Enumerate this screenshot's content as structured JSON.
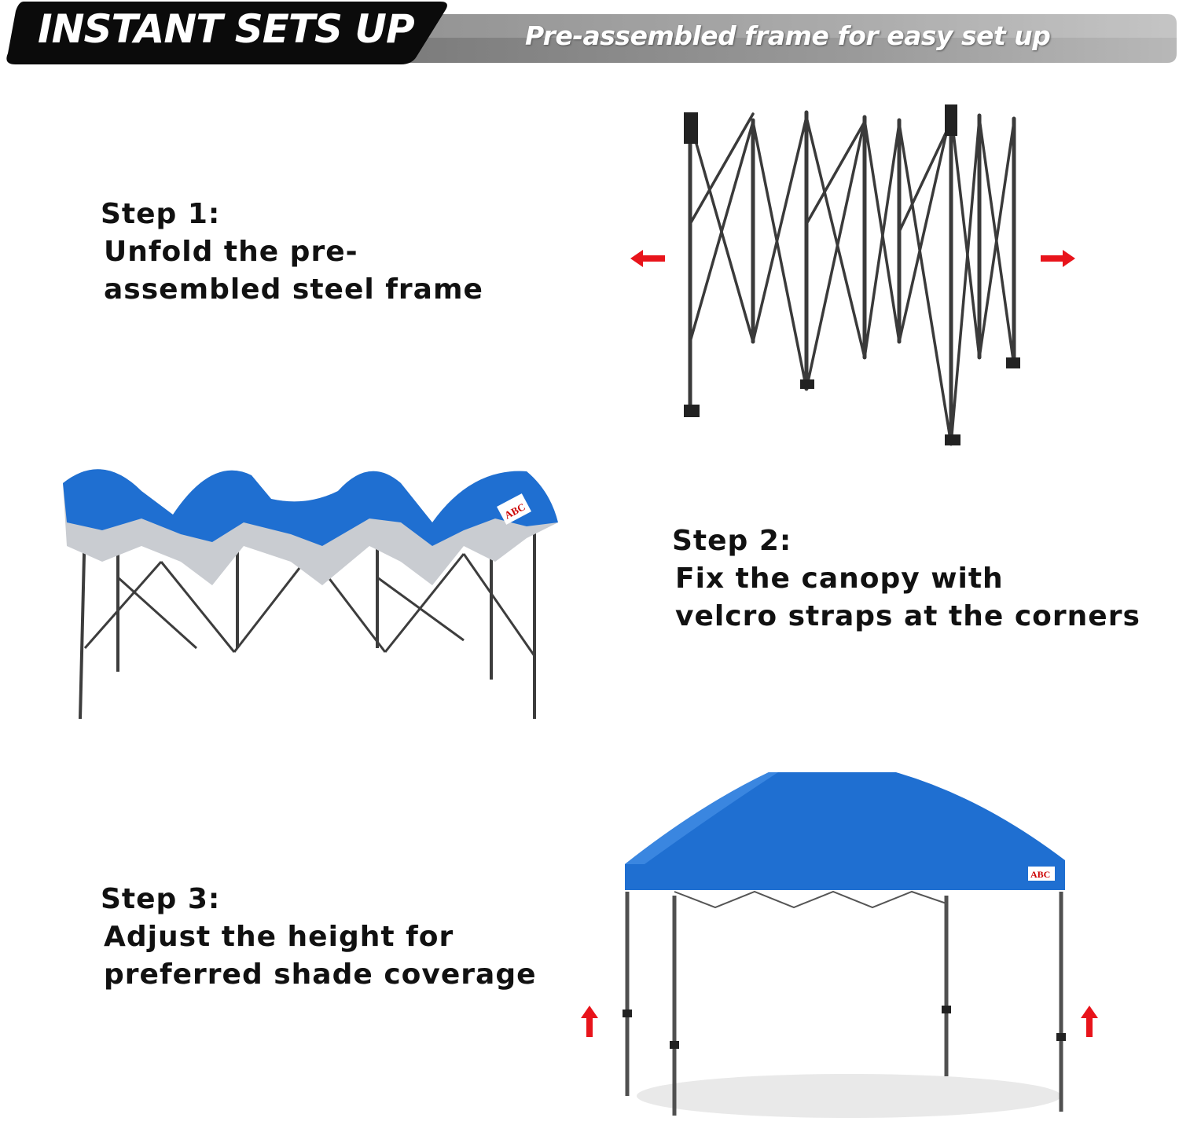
{
  "banner": {
    "title": "INSTANT SETS UP",
    "subtitle": "Pre-assembled frame for easy set up"
  },
  "steps": [
    {
      "heading": "Step 1:",
      "line1": "Unfold the pre-",
      "line2": "assembled steel frame"
    },
    {
      "heading": "Step 2:",
      "line1": "Fix the canopy with",
      "line2": "velcro straps at the corners"
    },
    {
      "heading": "Step 3:",
      "line1": "Adjust the height for",
      "line2": "preferred shade coverage"
    }
  ],
  "brand": {
    "logo_text": "ABC"
  },
  "colors": {
    "canopy_blue": "#1f6fd1",
    "frame_gray": "#3a3a3a",
    "arrow_red": "#e8141b"
  },
  "icons": [
    "arrow-left-icon",
    "arrow-right-icon",
    "arrow-up-icon"
  ]
}
